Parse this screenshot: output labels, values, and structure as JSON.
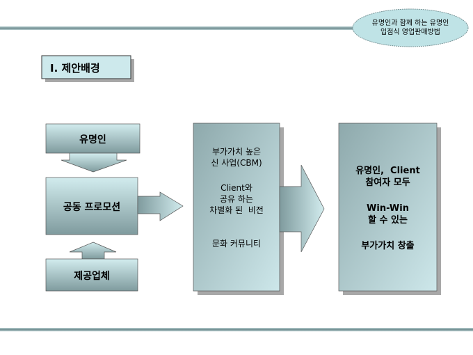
{
  "header": {
    "badge_line1": "유명인과 함께 하는 유명인",
    "badge_line2": "입점식 영업판매방법"
  },
  "section_title": "Ⅰ. 제안배경",
  "diagram": {
    "celebrity": "유명인",
    "joint_promotion": "공동 프로모션",
    "supplier": "제공업체",
    "middle": {
      "line1": "부가가치 높은",
      "line2": "신 사업(CBM)",
      "line3": "Client와",
      "line4": "공유 하는",
      "line5": "차별화 된  비전",
      "line6": "문화 커뮤니티"
    },
    "result": {
      "line1": "유명인,  Client",
      "line2": "참여자 모두",
      "line3": "Win-Win",
      "line4": "할 수 있는",
      "line5": "부가가치 창출"
    }
  }
}
